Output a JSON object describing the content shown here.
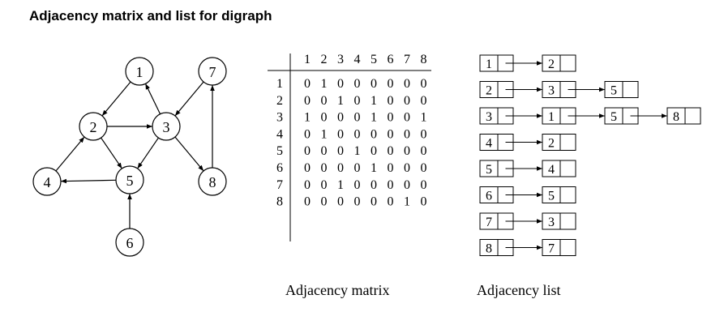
{
  "title": "Adjacency matrix and list for digraph",
  "graph": {
    "nodes": [
      "1",
      "2",
      "3",
      "4",
      "5",
      "6",
      "7",
      "8"
    ],
    "edges": [
      [
        1,
        2
      ],
      [
        2,
        3
      ],
      [
        2,
        5
      ],
      [
        3,
        1
      ],
      [
        3,
        5
      ],
      [
        3,
        8
      ],
      [
        4,
        2
      ],
      [
        5,
        4
      ],
      [
        6,
        5
      ],
      [
        7,
        3
      ],
      [
        8,
        7
      ]
    ]
  },
  "matrix": {
    "caption": "Adjacency matrix",
    "column_headers": [
      "1",
      "2",
      "3",
      "4",
      "5",
      "6",
      "7",
      "8"
    ],
    "row_headers": [
      "1",
      "2",
      "3",
      "4",
      "5",
      "6",
      "7",
      "8"
    ],
    "rows": [
      [
        "0",
        "1",
        "0",
        "0",
        "0",
        "0",
        "0",
        "0"
      ],
      [
        "0",
        "0",
        "1",
        "0",
        "1",
        "0",
        "0",
        "0"
      ],
      [
        "1",
        "0",
        "0",
        "0",
        "1",
        "0",
        "0",
        "1"
      ],
      [
        "0",
        "1",
        "0",
        "0",
        "0",
        "0",
        "0",
        "0"
      ],
      [
        "0",
        "0",
        "0",
        "1",
        "0",
        "0",
        "0",
        "0"
      ],
      [
        "0",
        "0",
        "0",
        "0",
        "1",
        "0",
        "0",
        "0"
      ],
      [
        "0",
        "0",
        "1",
        "0",
        "0",
        "0",
        "0",
        "0"
      ],
      [
        "0",
        "0",
        "0",
        "0",
        "0",
        "0",
        "1",
        "0"
      ]
    ]
  },
  "list": {
    "caption": "Adjacency list",
    "rows": [
      [
        "1",
        "2"
      ],
      [
        "2",
        "3",
        "5"
      ],
      [
        "3",
        "1",
        "5",
        "8"
      ],
      [
        "4",
        "2"
      ],
      [
        "5",
        "4"
      ],
      [
        "6",
        "5"
      ],
      [
        "7",
        "3"
      ],
      [
        "8",
        "7"
      ]
    ]
  }
}
